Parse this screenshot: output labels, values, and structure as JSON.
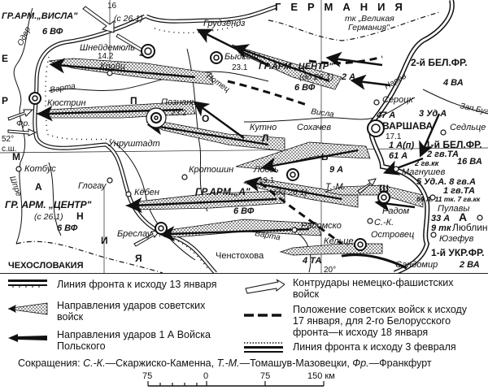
{
  "map": {
    "labels": {
      "army_vistula": "ГР.АРМ.„ВИСЛА\"",
      "since_26_1_top": "(с 26.1)",
      "num_16": "16",
      "vf6_nw": "6 ВФ",
      "oder": "Одер",
      "grudziadz": "Грудзёндз",
      "germany": "ГЕРМАНИЯ",
      "great_germany_1": "тк „Великая",
      "great_germany_2": "Германия\"",
      "schneidemuhl": "Шнейдемюль",
      "schneidemuhl_date": "14.2",
      "kreuz": "Кройц",
      "bydgoszcz": "Быдгош",
      "bydgoszcz_date": "23.1",
      "army_center_n": "ГР.АРМ.„ЦЕНТР\"",
      "until_26_1_n": "(до 26.1)",
      "vf6_n": "6 ВФ",
      "a2": "2 А",
      "front_2_bel": "2-й БЕЛ.ФР.",
      "narew": "Нарев",
      "va4": "4 ВА",
      "serock": "Сероцк",
      "west_bug": "Зап.Буг",
      "warta_n": "Варта",
      "notec": "Нотец",
      "kustrin": "Кюстрин",
      "fr": "Фр.",
      "poznan": "Познань",
      "poznan_date": "23.2",
      "vistula": "Висла",
      "kutno": "Кутно",
      "sochaczew": "Сохачев",
      "a47": "47 А",
      "uda3": "3 Уд.А",
      "warsaw": "ВАРШАВА",
      "warsaw_date": "17.1",
      "siedlce": "Седльце",
      "a1p": "1 А(п)",
      "front_1_bel": "1-й БЕЛ.ФР.",
      "a61": "61 А",
      "gvta2": "2 гв.ТА",
      "gvkk2": "2 гв.кк",
      "va16": "16 ВА",
      "magnuszew": "Магнушев",
      "uda5": "5 Уд.А. 8 гв.А",
      "gvta1": "1 гв.ТА",
      "a69": "69 А. 11 тк. 7 гв.кк",
      "pulawy": "Пулавы",
      "a33": "33 А",
      "tk9": "9 тк",
      "lublin": "Люблин",
      "jozefow": "Юзефув",
      "front_1_ukr": "1-й УКР.ФР.",
      "va2": "2 ВА",
      "sandomierz": "Сандомир",
      "radom": "Радом",
      "sk": "С.-К.",
      "ostrowiec": "Островец",
      "kielce": "Кельце",
      "radomsko": "Радомско",
      "ta4": "4 ТА",
      "meridian_20": "20°",
      "a9": "9 А",
      "tm": "Т.-М.",
      "lodz": "Лодзь",
      "lodz_date": "19.1",
      "army_a": "ГР.АРМ.„А\"",
      "until_26_1_a": "(до 26.1)",
      "vf6_s": "6 ВФ",
      "warta_s": "Варта",
      "czestochowa": "Ченстохова",
      "breslau": "Бреслау",
      "koben": "Кёбен",
      "glogau": "Глогау",
      "krotoszyn": "Кротошин",
      "unruhstadt": "Унруштадт",
      "cottbus": "Котбус",
      "spree": "Шпре",
      "lat_52": "52°",
      "lat_ns": "с.ш.",
      "army_center_w": "ГР. АРМ. „ЦЕНТР\"",
      "since_26_1_w": "(с 26.1)",
      "vf6_w": "6 ВФ",
      "czechoslovakia": "ЧЕХОСЛОВАКИЯ",
      "poland_letters": [
        "П",
        "О",
        "Л",
        "Ь",
        "Ш",
        "А"
      ],
      "germany_letters": [
        "Е",
        "Р",
        "М",
        "А",
        "Н",
        "И",
        "Я"
      ]
    }
  },
  "legend": {
    "front_jan13": "Линия фронта к исходу 13 января",
    "soviet_strikes": "Направления ударов советских войск",
    "polish_strikes": "Направления ударов 1 А Войска Польского",
    "german_counter": "Контрудары немецко-фашистских войск",
    "position_jan17": "Положение советских войск к исходу 17 января, для 2-го Белорусского фронта—к исходу 18 января",
    "front_feb3": "Линия фронта к исходу 3 февраля"
  },
  "abbreviations": {
    "title": "Сокращения:",
    "sk_abbr": "С.-К.",
    "sk_full": "—Скаржиско-Каменна,",
    "tm_abbr": "Т.-М.",
    "tm_full": "—Томашув-Мазовецки,",
    "fr_abbr": "Фр.",
    "fr_full": "—Франкфурт"
  },
  "scale": {
    "ticks": [
      "75",
      "0",
      "75",
      "150 км"
    ]
  }
}
